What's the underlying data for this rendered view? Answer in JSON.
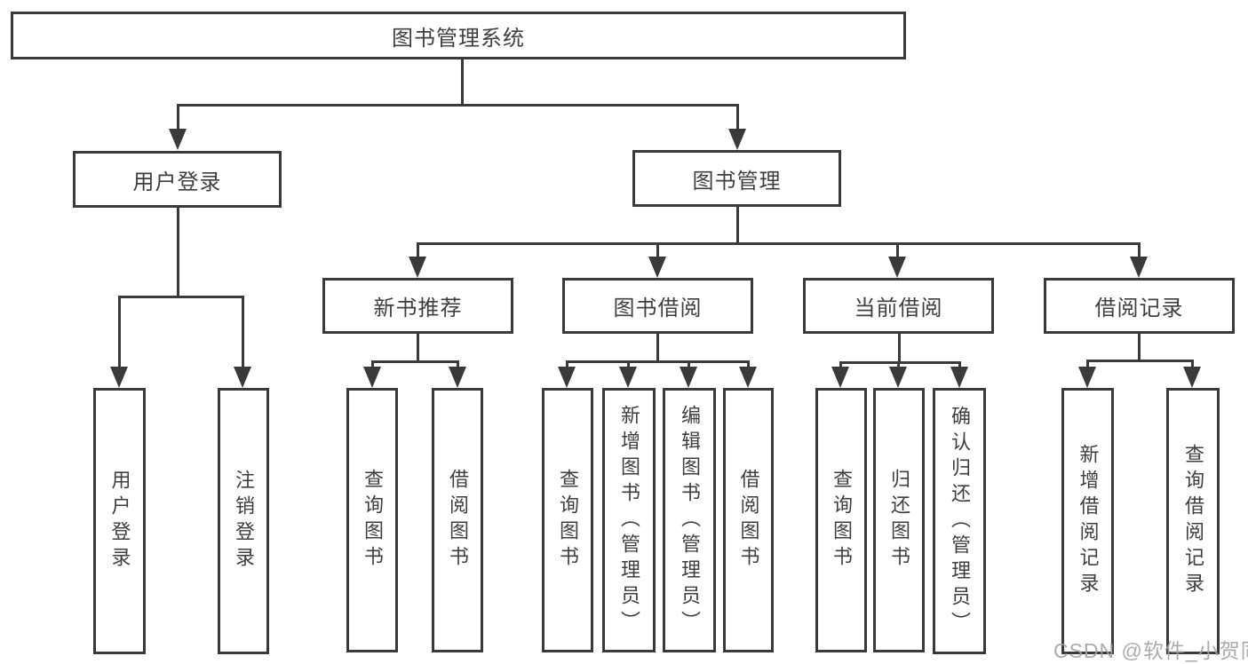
{
  "root": {
    "label": "图书管理系统"
  },
  "branches": [
    {
      "label": "用户登录",
      "leaves": [
        "用户登录",
        "注销登录"
      ]
    },
    {
      "label": "图书管理",
      "groups": [
        {
          "label": "新书推荐",
          "leaves": [
            "查询图书",
            "借阅图书"
          ]
        },
        {
          "label": "图书借阅",
          "leaves": [
            "查询图书",
            "新增图书（管理员）",
            "编辑图书（管理员）",
            "借阅图书"
          ]
        },
        {
          "label": "当前借阅",
          "leaves": [
            "查询图书",
            "归还图书",
            "确认归还（管理员）"
          ]
        },
        {
          "label": "借阅记录",
          "leaves": [
            "新增借阅记录",
            "查询借阅记录"
          ]
        }
      ]
    }
  ],
  "watermark": "CSDN @软件_小贺同学",
  "colors": {
    "line": "#3a3a3a",
    "text": "#3f3f3f",
    "watermark": "#a3a3a3",
    "background": "#ffffff"
  }
}
